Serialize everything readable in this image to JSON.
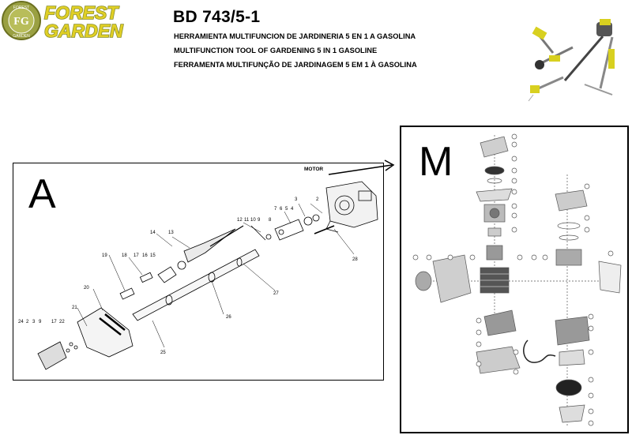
{
  "brand": {
    "monogram": "FG",
    "ring_top": "FOREST",
    "ring_bottom": "GARDEN",
    "name_line1": "FOREST",
    "name_line2": "GARDEN",
    "green": "#8a8f2c",
    "yellow": "#e8d92a"
  },
  "header": {
    "model": "BD 743/5-1",
    "subtitle_es": "HERRAMIENTA MULTIFUNCION DE JARDINERIA 5 EN 1 A GASOLINA",
    "subtitle_en": "MULTIFUNCTION TOOL OF GARDENING 5 IN 1 GASOLINE",
    "subtitle_pt": "FERRAMENTA MULTIFUNÇÃO DE JARDINAGEM 5 EM 1 À GASOLINA"
  },
  "panel_a": {
    "label": "A",
    "motor_label": "MOTOR",
    "part_numbers": [
      "2",
      "3",
      "4",
      "5",
      "6",
      "7",
      "8",
      "9",
      "10",
      "11",
      "12",
      "13",
      "14",
      "15",
      "16",
      "17",
      "18",
      "19",
      "20",
      "21",
      "22",
      "17",
      "9",
      "3",
      "2",
      "24",
      "25",
      "26",
      "27",
      "28"
    ]
  },
  "panel_m": {
    "label": "M"
  }
}
